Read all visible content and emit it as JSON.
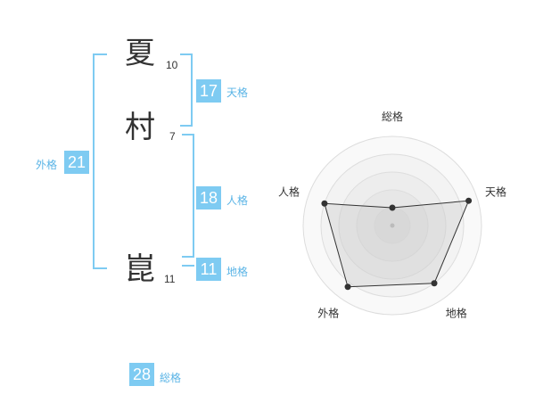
{
  "name_chars": [
    {
      "char": "夏",
      "strokes": "10"
    },
    {
      "char": "村",
      "strokes": "7"
    },
    {
      "char": "崑",
      "strokes": "11"
    }
  ],
  "kakusu": {
    "tenkaku": {
      "label": "天格",
      "value": "17"
    },
    "jinkaku": {
      "label": "人格",
      "value": "18"
    },
    "chikaku": {
      "label": "地格",
      "value": "11"
    },
    "gaikaku": {
      "label": "外格",
      "value": "21"
    },
    "soukaku": {
      "label": "総格",
      "value": "28"
    }
  },
  "chart_data": {
    "type": "radar",
    "axes": [
      "総格",
      "天格",
      "地格",
      "外格",
      "人格"
    ],
    "values": [
      0.2,
      0.9,
      0.8,
      0.85,
      0.8
    ],
    "rings": 5,
    "colors": {
      "fill": "#eeeeee",
      "line": "#333333",
      "point": "#333333",
      "ring": "#dddddd"
    }
  }
}
